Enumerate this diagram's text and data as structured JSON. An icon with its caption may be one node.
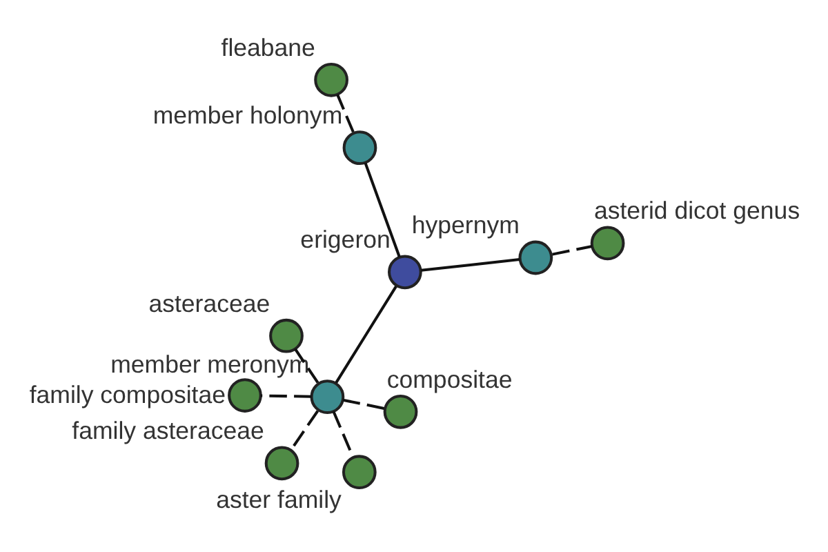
{
  "diagram": {
    "nodes": [
      {
        "text": [
          "asteraceae"
        ]
      },
      {
        "text": [
          "aster family"
        ]
      },
      {
        "text": [
          "compositae"
        ]
      },
      {
        "text": [
          "member meronym"
        ]
      },
      {
        "text": [
          "family compositae"
        ]
      },
      {
        "text": [
          "erigeron"
        ]
      },
      {
        "text": [
          "member holonym"
        ]
      },
      {
        "text": [
          "fleabane"
        ]
      },
      {
        "text": [
          "family asteraceae"
        ]
      },
      {
        "text": [
          "hypernym"
        ]
      },
      {
        "text": [
          "asterid dicot genus"
        ]
      }
    ],
    "edges": [
      {
        "from": 5,
        "to": 3,
        "arrow": "none"
      },
      {
        "from": 5,
        "to": 6,
        "arrow": "none"
      },
      {
        "from": 5,
        "to": 9,
        "arrow": "none"
      },
      {
        "from": 3,
        "to": 0,
        "arrow": "none",
        "style": "dashed"
      },
      {
        "from": 3,
        "to": 1,
        "arrow": "none",
        "style": "dashed"
      },
      {
        "from": 3,
        "to": 2,
        "arrow": "none",
        "style": "dashed"
      },
      {
        "from": 3,
        "to": 4,
        "arrow": "none",
        "style": "dashed"
      },
      {
        "from": 3,
        "to": 8,
        "arrow": "none",
        "style": "dashed"
      },
      {
        "from": 6,
        "to": 7,
        "arrow": "none",
        "style": "dashed"
      },
      {
        "from": 9,
        "to": 10,
        "arrow": "none",
        "style": "dashed"
      }
    ]
  }
}
